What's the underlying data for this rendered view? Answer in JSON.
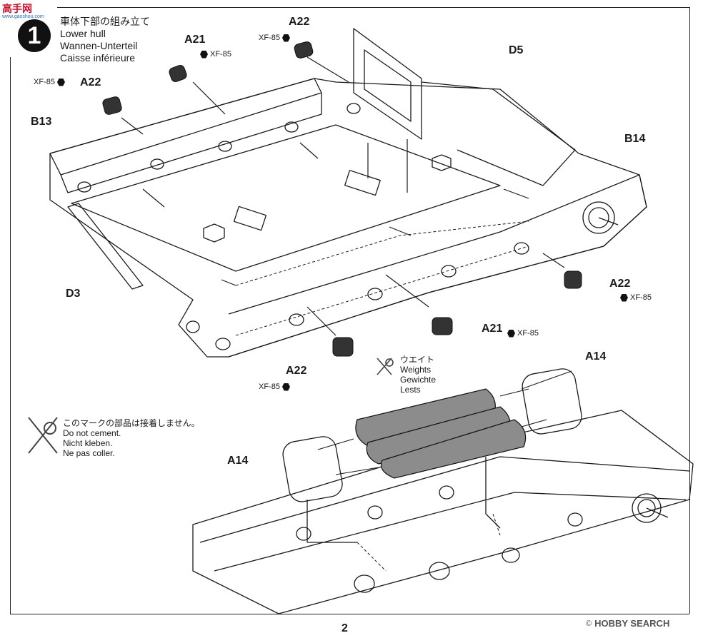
{
  "watermark_top": {
    "brand": "高手网",
    "url": "www.gaoshou.com"
  },
  "step": {
    "number": "1",
    "title_ja": "車体下部の組み立て",
    "title_en": "Lower hull",
    "title_de": "Wannen-Unterteil",
    "title_fr": "Caisse inférieure"
  },
  "part_labels": {
    "a21_top": "A21",
    "a22_top": "A22",
    "a22_left": "A22",
    "d5": "D5",
    "b13": "B13",
    "b14": "B14",
    "d3": "D3",
    "a22_right": "A22",
    "a21_mid": "A21",
    "a22_bottom": "A22",
    "a14_right": "A14",
    "a14_left": "A14"
  },
  "paint_code": "XF-85",
  "weights_note": {
    "ja": "ウエイト",
    "en": "Weights",
    "de": "Gewichte",
    "fr": "Lests"
  },
  "no_cement": {
    "ja": "このマークの部品は接着しません。",
    "en": "Do not cement.",
    "de": "Nicht kleben.",
    "fr": "Ne pas coller."
  },
  "page_number": "2",
  "watermark_bottom": {
    "copy": "©",
    "brand": "HOBBY SEARCH"
  },
  "colors": {
    "ink": "#1a1a1a",
    "weight_fill": "#8c8c8c",
    "roller_fill": "#333333"
  }
}
